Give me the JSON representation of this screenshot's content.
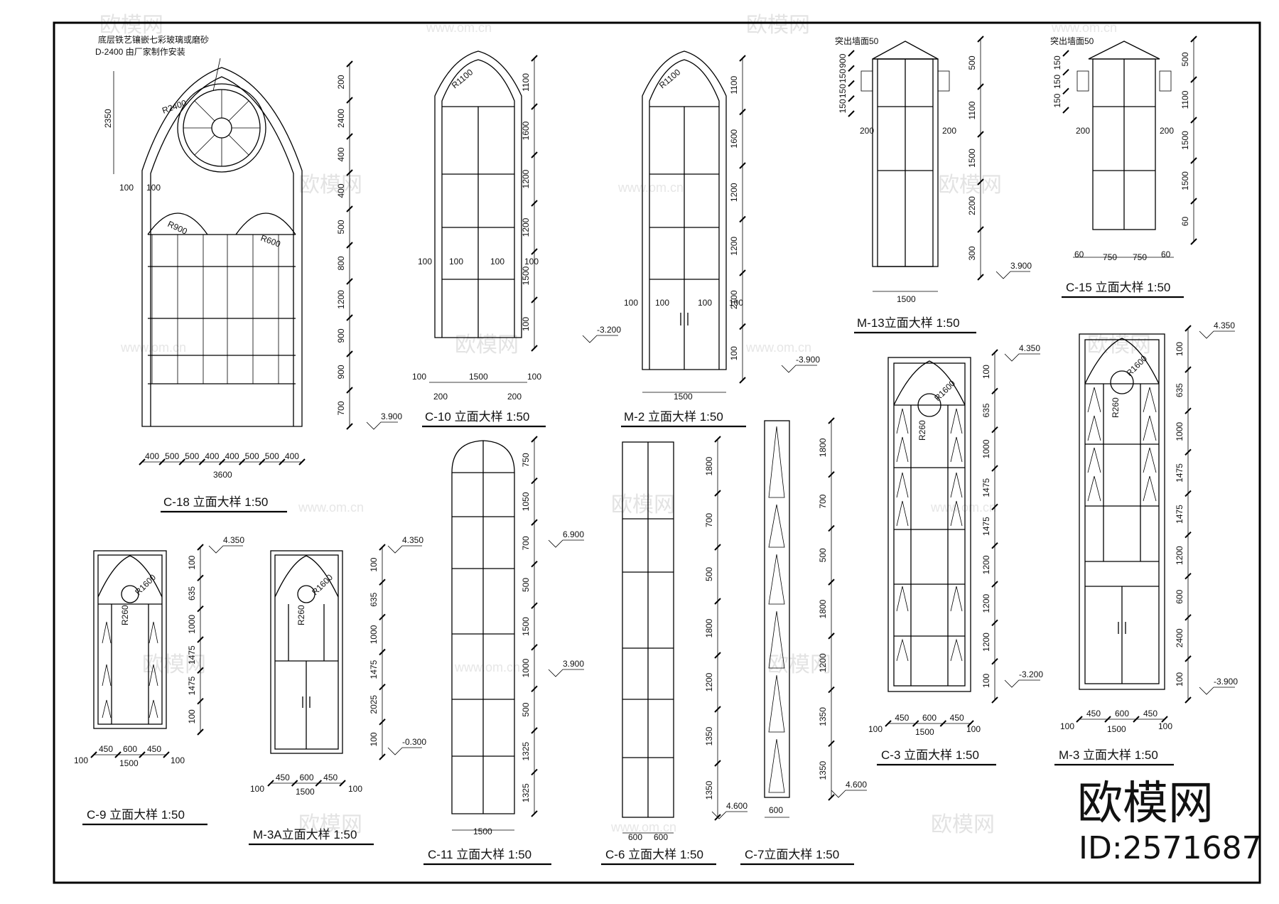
{
  "watermark": {
    "text": "欧模网",
    "url": "www.om.cn"
  },
  "brand": {
    "name": "欧模网",
    "id": "ID:2571687"
  },
  "notes": {
    "c18_line1": "底层铁艺镶嵌七彩玻璃或磨砂",
    "c18_line2": "D-2400 由厂家制作安装",
    "m13_note": "突出墙面50",
    "c15_note": "突出墙面50"
  },
  "titles": {
    "c18": "C-18 立面大样 1:50",
    "c10": "C-10 立面大样 1:50",
    "m2": "M-2 立面大样 1:50",
    "m13": "M-13立面大样 1:50",
    "c15": "C-15 立面大样 1:50",
    "c9": "C-9 立面大样 1:50",
    "m3a": "M-3A立面大样 1:50",
    "c11": "C-11 立面大样 1:50",
    "c6": "C-6 立面大样 1:50",
    "c7": "C-7立面大样 1:50",
    "c3": "C-3 立面大样 1:50",
    "m3": "M-3 立面大样 1:50"
  },
  "elevations": {
    "c18": {
      "level": "3.900",
      "radius_top": "R2400",
      "radius_arch_l": "R900",
      "radius_arch_r": "R600",
      "dims_right": [
        "200",
        "2400",
        "400",
        "400",
        "500",
        "800",
        "1200",
        "900",
        "900",
        "700"
      ],
      "dims_bottom": [
        "400",
        "500",
        "500",
        "400",
        "400",
        "500",
        "500",
        "400"
      ],
      "total": "3600",
      "dim_left": "2350",
      "side": "100"
    },
    "c10": {
      "level": "-3.200",
      "radius": "R1100",
      "dims_right": [
        "1100",
        "1600",
        "1200",
        "1200",
        "1500",
        "100"
      ],
      "width": "1500",
      "side": "100",
      "jamb": "200"
    },
    "m2": {
      "level": "-3.900",
      "radius": "R1100",
      "dims_right": [
        "1100",
        "1600",
        "1200",
        "1200",
        "2100",
        "100"
      ],
      "width": "1500",
      "side": "100"
    },
    "m13": {
      "level": "3.900",
      "dims_right": [
        "500",
        "1100",
        "1500",
        "2200",
        "300"
      ],
      "dims_left": [
        "900",
        "150",
        "150",
        "150"
      ],
      "width": "1500",
      "side": "200"
    },
    "c15": {
      "dims_right": [
        "500",
        "1100",
        "1500",
        "1500",
        "60"
      ],
      "dims_left": [
        "150",
        "150",
        "150"
      ],
      "panes": [
        "750",
        "750"
      ],
      "side": "60",
      "side2": "200"
    },
    "c9": {
      "level": "4.350",
      "radius": "R1600",
      "radius_small": "R260",
      "dims_right": [
        "100",
        "635",
        "1000",
        "1475",
        "1475",
        "100"
      ],
      "dims_bottom": [
        "450",
        "600",
        "450"
      ],
      "width": "1500",
      "side": "100"
    },
    "m3a": {
      "level_top": "4.350",
      "level_bottom": "-0.300",
      "radius": "R1600",
      "radius_small": "R260",
      "dims_right": [
        "100",
        "635",
        "1000",
        "1475",
        "2025",
        "100"
      ],
      "dims_bottom": [
        "450",
        "600",
        "450"
      ],
      "width": "1500",
      "side": "100"
    },
    "c11": {
      "levels": [
        "6.900",
        "3.900"
      ],
      "dims_right": [
        "750",
        "1050",
        "700",
        "500",
        "1500",
        "1000",
        "500",
        "1325",
        "1325"
      ],
      "width": "1500"
    },
    "c6": {
      "level": "4.600",
      "dims_right": [
        "1800",
        "700",
        "500",
        "1800",
        "1200",
        "1350",
        "1350"
      ],
      "dims_bottom": [
        "600",
        "600"
      ]
    },
    "c7": {
      "level": "4.600",
      "dims_right": [
        "1800",
        "700",
        "500",
        "1800",
        "1200",
        "1350",
        "1350"
      ],
      "width": "600"
    },
    "c3": {
      "level_top": "4.350",
      "level_bottom": "-3.200",
      "radius": "R1600",
      "radius_small": "R260",
      "dims_right": [
        "100",
        "635",
        "1000",
        "1475",
        "1475",
        "1200",
        "1200",
        "1200",
        "100"
      ],
      "dims_bottom": [
        "450",
        "600",
        "450"
      ],
      "width": "1500",
      "side": "100"
    },
    "m3": {
      "level_top": "4.350",
      "level_bottom": "-3.900",
      "radius": "R1600",
      "radius_small": "R260",
      "dims_right": [
        "100",
        "635",
        "1000",
        "1475",
        "1475",
        "1200",
        "600",
        "2400",
        "100"
      ],
      "dims_bottom": [
        "450",
        "600",
        "450"
      ],
      "width": "1500",
      "side": "100"
    }
  }
}
